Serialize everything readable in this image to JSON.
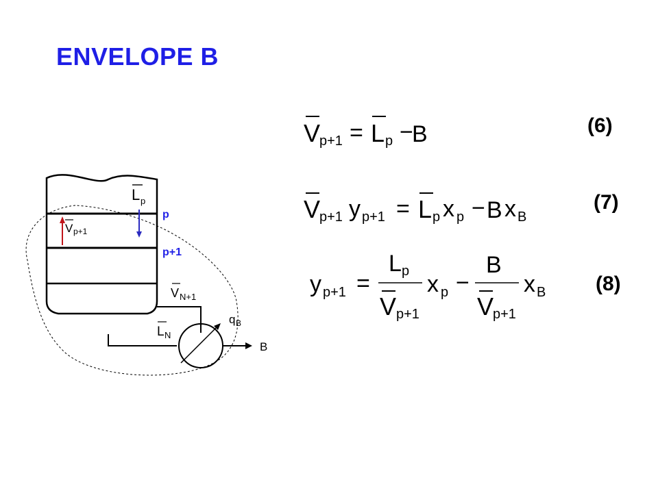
{
  "title": "ENVELOPE B",
  "colors": {
    "title": "#1f1fe6",
    "label_blue": "#1f1fe6",
    "arrow_red": "#c0151b",
    "arrow_blue": "#2a2ac0",
    "line": "#000000"
  },
  "diagram": {
    "tray_top_label": "p",
    "tray_bottom_label": "p+1",
    "liquid_down": {
      "symbol": "L",
      "sub": "p"
    },
    "vapor_up": {
      "symbol": "V",
      "sub": "p+1"
    },
    "reboiler_vapor": {
      "symbol": "V",
      "sub": "N+1"
    },
    "reboiler_liquid": {
      "symbol": "L",
      "sub": "N"
    },
    "heat": {
      "symbol": "q",
      "sub": "B"
    },
    "bottoms": "B"
  },
  "equations": {
    "eq6_number": "(6)",
    "eq7_number": "(7)",
    "eq8_number": "(8)",
    "sub_p1": "p+1",
    "sub_p": "p",
    "sub_B": "B",
    "V": "V",
    "L": "L",
    "B": "B",
    "y": "y",
    "x": "x",
    "equals": "=",
    "minus": "−"
  }
}
